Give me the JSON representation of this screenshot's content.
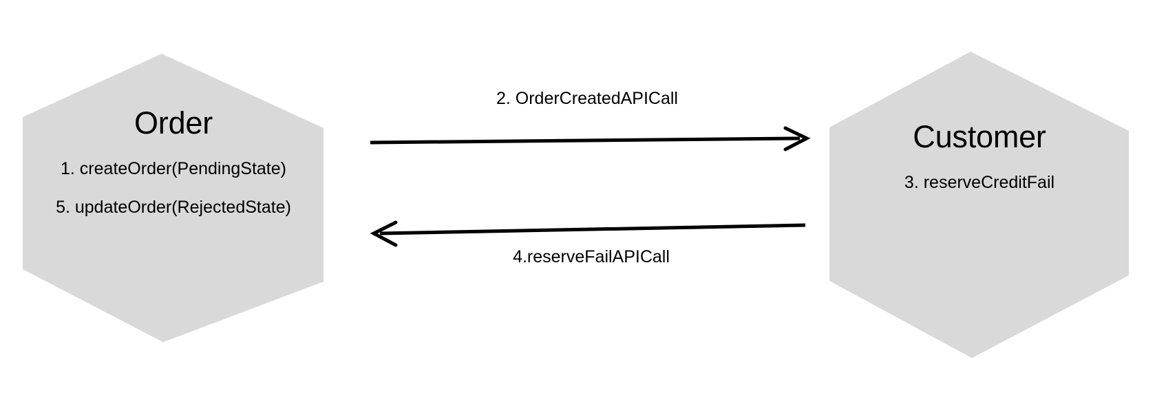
{
  "diagram": {
    "type": "saga-choreography-sequence",
    "background_color": "#FFFFFF",
    "node_fill_color": "#D9D9D9",
    "stroke_color": "#000000",
    "nodes": [
      {
        "id": "order",
        "shape": "hexagon",
        "title": "Order",
        "lines": [
          "1. createOrder(PendingState)",
          "5. updateOrder(RejectedState)"
        ]
      },
      {
        "id": "customer",
        "shape": "hexagon",
        "title": "Customer",
        "lines": [
          "3. reserveCreditFail"
        ]
      }
    ],
    "edges": [
      {
        "id": "order-created",
        "label": "2. OrderCreatedAPICall",
        "direction": "left-to-right",
        "from": "order",
        "to": "customer",
        "label_position": "above"
      },
      {
        "id": "reserve-fail",
        "label": "4.reserveFailAPICall",
        "direction": "right-to-left",
        "from": "customer",
        "to": "order",
        "label_position": "below"
      }
    ]
  }
}
